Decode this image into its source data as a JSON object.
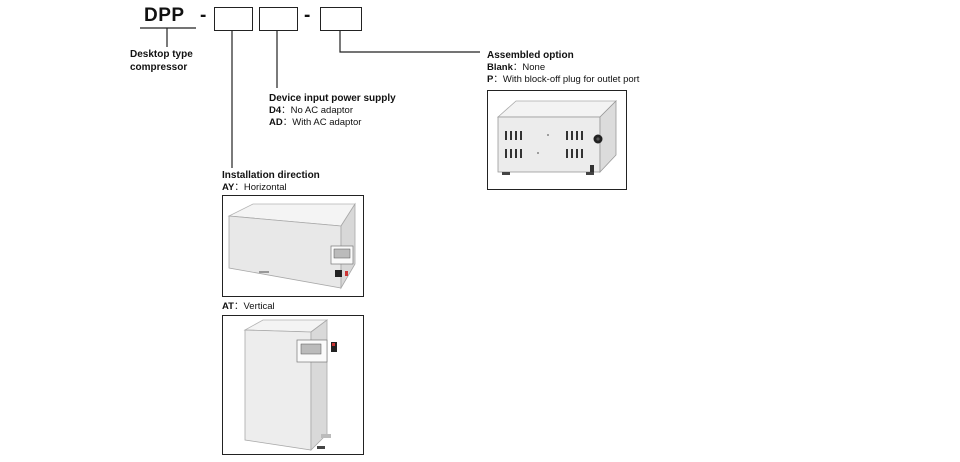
{
  "model": {
    "prefix": "DPP",
    "dash": "-"
  },
  "desktop": {
    "line1": "Desktop type",
    "line2": "compressor"
  },
  "power": {
    "title": "Device input power supply",
    "options": [
      {
        "code": "D4",
        "sep": "：",
        "text": "No AC adaptor"
      },
      {
        "code": "AD",
        "sep": "：",
        "text": "With AC adaptor"
      }
    ]
  },
  "assembled": {
    "title": "Assembled option",
    "options": [
      {
        "code": "Blank",
        "sep": "：",
        "text": "None"
      },
      {
        "code": "P",
        "sep": "：",
        "text": "With block-off plug for outlet port"
      }
    ]
  },
  "installation": {
    "title": "Installation direction",
    "horizontal": {
      "code": "AY",
      "sep": "：",
      "text": "Horizontal"
    },
    "vertical": {
      "code": "AT",
      "sep": "：",
      "text": "Vertical"
    }
  },
  "colors": {
    "line": "#222222",
    "device_body": "#ececec",
    "device_shadow": "#cfcfcf"
  }
}
